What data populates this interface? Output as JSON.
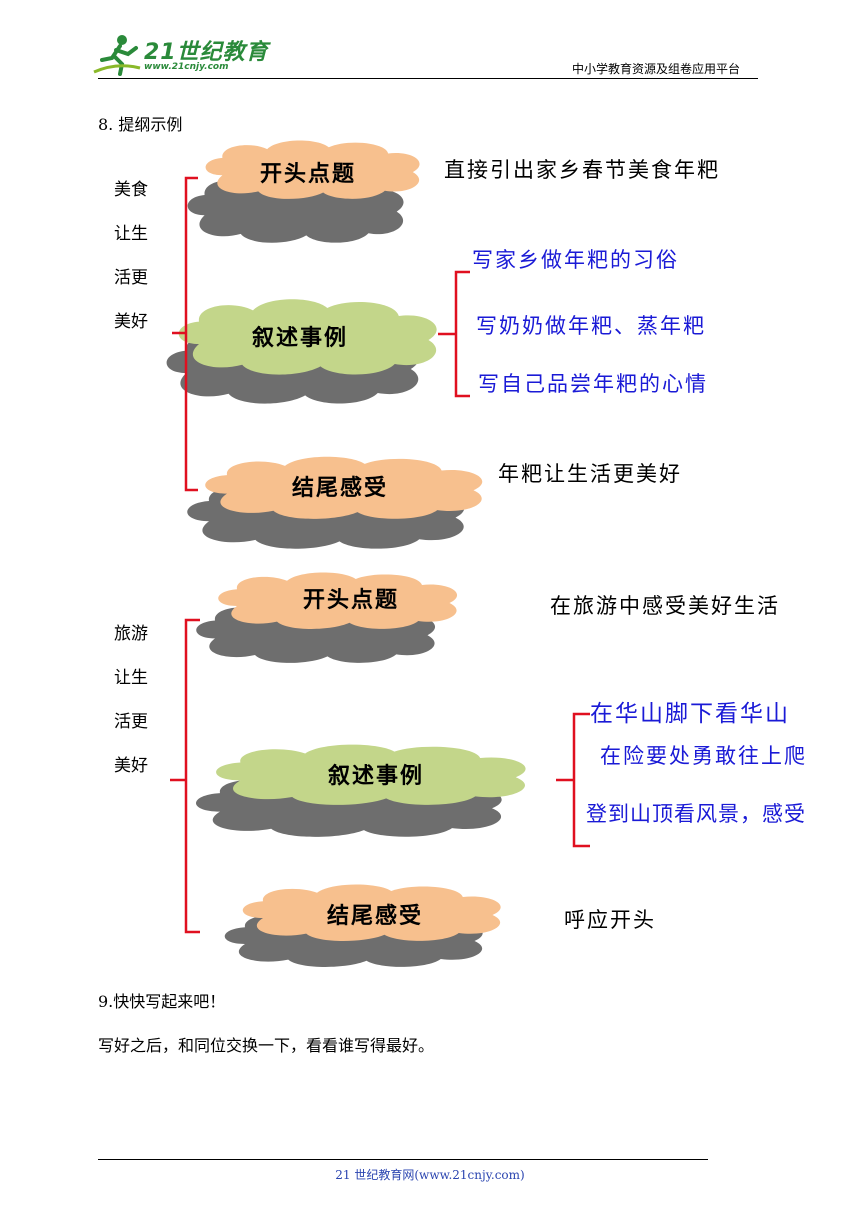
{
  "header": {
    "logo_title": "21世纪教育",
    "logo_url": "www.21cnjy.com",
    "platform": "中小学教育资源及组卷应用平台"
  },
  "section8": {
    "heading": "8. 提纲示例"
  },
  "outline1": {
    "topic": [
      "美食",
      "让生",
      "活更",
      "美好"
    ],
    "opening_label": "开头点题",
    "opening_text": "直接引出家乡春节美食年粑",
    "body_label": "叙述事例",
    "body_items": [
      "写家乡做年粑的习俗",
      "写奶奶做年粑、蒸年粑",
      "写自己品尝年粑的心情"
    ],
    "ending_label": "结尾感受",
    "ending_text": "年粑让生活更美好"
  },
  "outline2": {
    "topic": [
      "旅游",
      "让生",
      "活更",
      "美好"
    ],
    "opening_label": "开头点题",
    "opening_text": "在旅游中感受美好生活",
    "body_label": "叙述事例",
    "body_items": [
      "在华山脚下看华山",
      "在险要处勇敢往上爬",
      "登到山顶看风景，感受"
    ],
    "ending_label": "结尾感受",
    "ending_text": "呼应开头"
  },
  "section9": {
    "heading": "9.快快写起来吧！",
    "text": "写好之后，和同位交换一下，看看谁写得最好。"
  },
  "footer": {
    "text": "21 世纪教育网(www.21cnjy.com)"
  },
  "colors": {
    "orange_cloud": "#f7c08e",
    "green_cloud": "#c3d68a",
    "shadow_cloud": "#6e6e6e",
    "bracket": "#e01020",
    "blue_text": "#1a1ad6"
  }
}
